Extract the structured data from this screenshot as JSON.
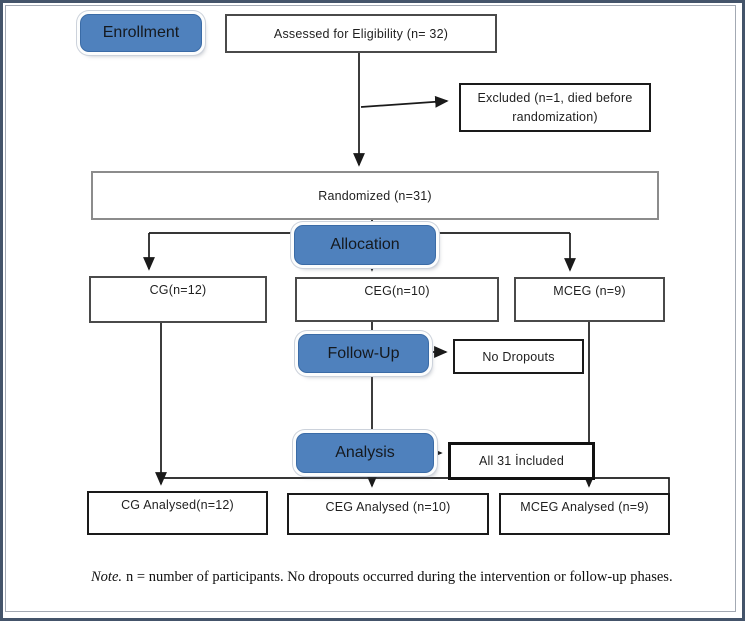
{
  "diagram": {
    "stage_labels": {
      "enrollment": "Enrollment",
      "allocation": "Allocation",
      "followup": "Follow-Up",
      "analysis": "Analysis"
    },
    "nodes": {
      "assessed": "Assessed for Eligibility (n= 32)",
      "excluded": {
        "line1": "Excluded (n=1, died before",
        "line2": "randomization)"
      },
      "randomized": "Randomized (n=31)",
      "groups": {
        "cg": "CG(n=12)",
        "ceg": "CEG(n=10)",
        "mceg": "MCEG (n=9)"
      },
      "followup_outcome": "No Dropouts",
      "analysis_summary": "All 31 İncluded",
      "analysed": {
        "cg": "CG Analysed(n=12)",
        "ceg": "CEG Analysed (n=10)",
        "mceg": "MCEG Analysed (n=9)"
      }
    },
    "note": {
      "lead": "Note.",
      "body": "n = number of participants. No dropouts occurred during the intervention or follow-up phases."
    },
    "colors": {
      "stage_fill": "#4f81bd",
      "frame_border": "#44546a",
      "randomized_border": "#8c8c8c",
      "connector": "#1a1a1a"
    }
  }
}
